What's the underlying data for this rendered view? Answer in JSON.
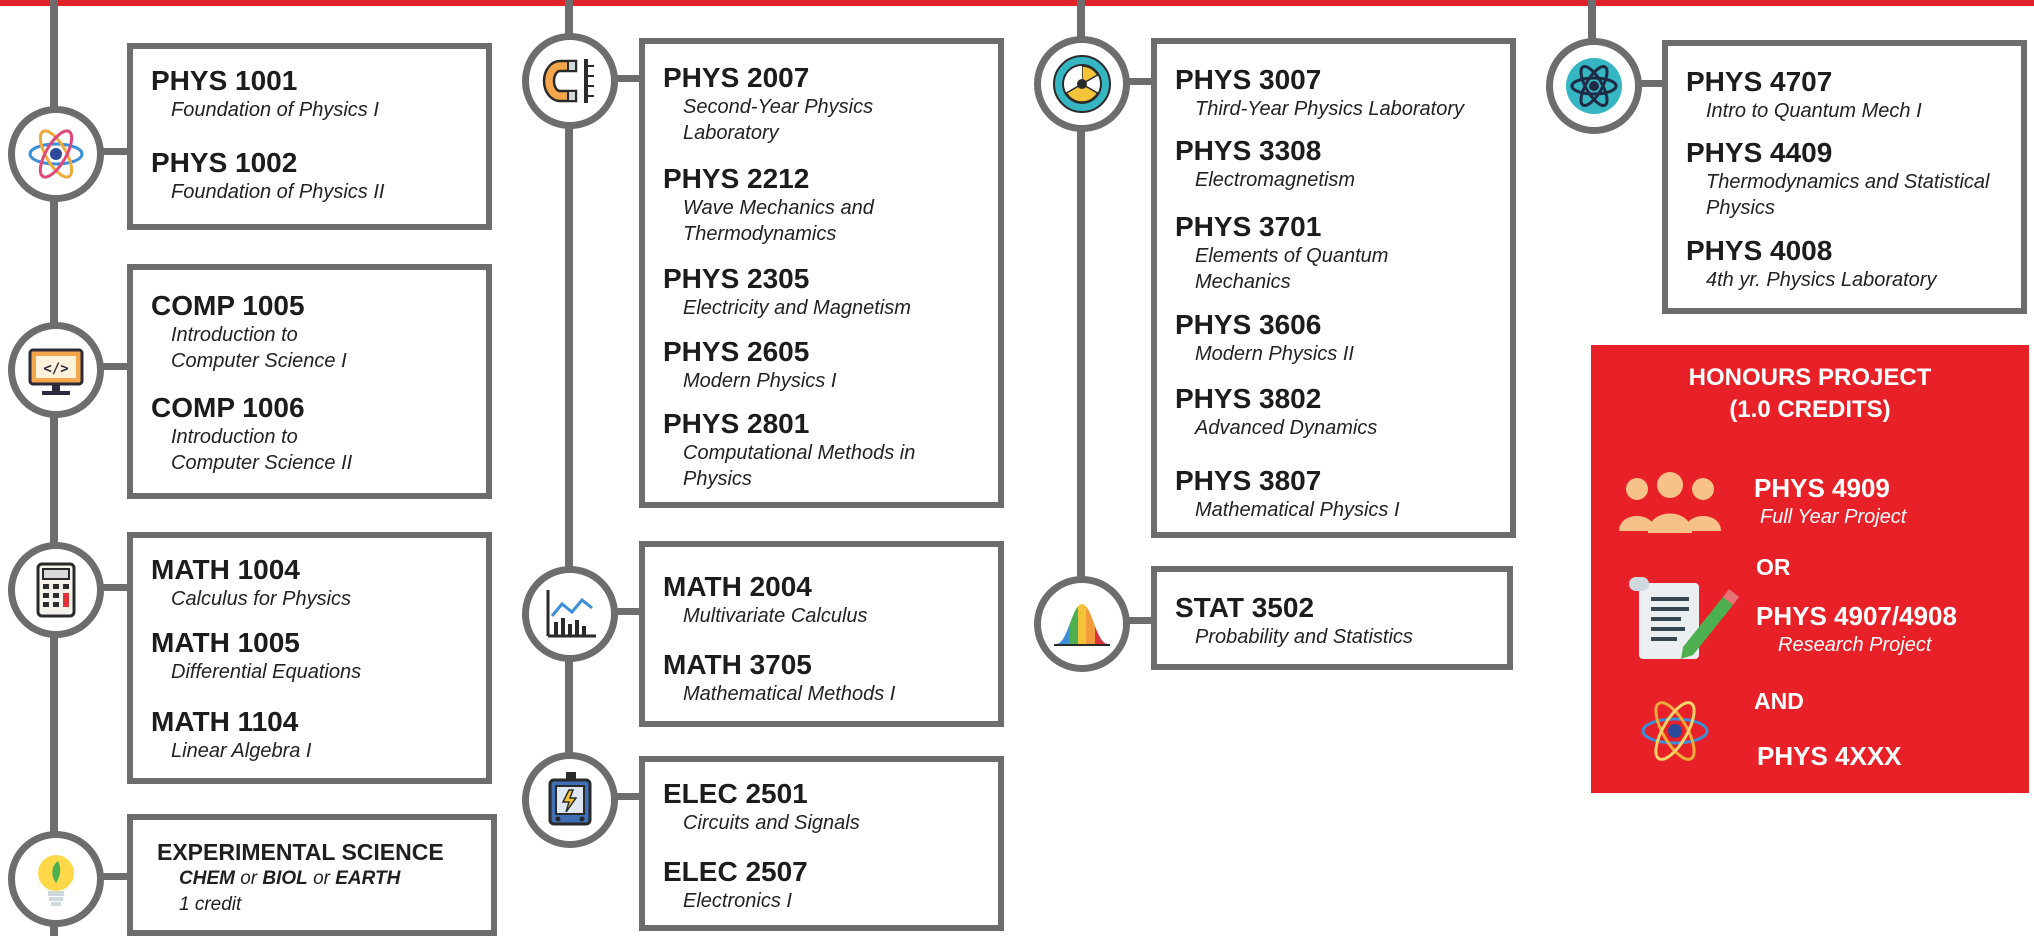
{
  "colors": {
    "accent": "#e82027",
    "line": "#6d6d6d",
    "text": "#1f1f1f"
  },
  "col1": {
    "physics": [
      {
        "code": "PHYS 1001",
        "name": "Foundation of Physics I"
      },
      {
        "code": "PHYS 1002",
        "name": "Foundation of Physics II"
      }
    ],
    "comp": [
      {
        "code": "COMP 1005",
        "name": [
          "Introduction to",
          "Computer Science I"
        ]
      },
      {
        "code": "COMP 1006",
        "name": [
          "Introduction to",
          "Computer Science II"
        ]
      }
    ],
    "math": [
      {
        "code": "MATH 1004",
        "name": "Calculus for Physics"
      },
      {
        "code": "MATH 1005",
        "name": "Differential Equations"
      },
      {
        "code": "MATH 1104",
        "name": "Linear Algebra I"
      }
    ],
    "experimental": {
      "title": "EXPERIMENTAL SCIENCE",
      "opt1": "CHEM",
      "or1": " or ",
      "opt2": "BIOL",
      "or2": " or ",
      "opt3": "EARTH",
      "credit": "1 credit"
    }
  },
  "col2": {
    "physics": [
      {
        "code": "PHYS 2007",
        "name": [
          "Second-Year Physics",
          "Laboratory"
        ]
      },
      {
        "code": "PHYS 2212",
        "name": [
          "Wave Mechanics and",
          "Thermodynamics"
        ]
      },
      {
        "code": "PHYS 2305",
        "name": "Electricity and Magnetism"
      },
      {
        "code": "PHYS 2605",
        "name": "Modern Physics I"
      },
      {
        "code": "PHYS 2801",
        "name": [
          "Computational Methods in",
          "Physics"
        ]
      }
    ],
    "math": [
      {
        "code": "MATH 2004",
        "name": "Multivariate Calculus"
      },
      {
        "code": "MATH 3705",
        "name": "Mathematical Methods I"
      }
    ],
    "elec": [
      {
        "code": "ELEC 2501",
        "name": "Circuits and Signals"
      },
      {
        "code": "ELEC 2507",
        "name": "Electronics I"
      }
    ]
  },
  "col3": {
    "physics": [
      {
        "code": "PHYS 3007",
        "name": "Third-Year Physics Laboratory"
      },
      {
        "code": "PHYS 3308",
        "name": "Electromagnetism"
      },
      {
        "code": "PHYS 3701",
        "name": [
          "Elements of Quantum",
          "Mechanics"
        ]
      },
      {
        "code": "PHYS 3606",
        "name": "Modern Physics II"
      },
      {
        "code": "PHYS 3802",
        "name": "Advanced Dynamics"
      },
      {
        "code": "PHYS 3807",
        "name": "Mathematical Physics I"
      }
    ],
    "stat": [
      {
        "code": "STAT 3502",
        "name": "Probability and Statistics"
      }
    ]
  },
  "col4": {
    "physics": [
      {
        "code": "PHYS 4707",
        "name": "Intro to Quantum Mech I"
      },
      {
        "code": "PHYS 4409",
        "name": [
          "Thermodynamics and Statistical",
          "Physics"
        ]
      },
      {
        "code": "PHYS 4008",
        "name": "4th yr. Physics Laboratory"
      }
    ]
  },
  "honours": {
    "title1": "HONOURS PROJECT",
    "title2": "(1.0 CREDITS)",
    "code1": "PHYS 4909",
    "sub1": "Full Year Project",
    "or": "OR",
    "code2": "PHYS 4907/4908",
    "sub2": "Research Project",
    "and": "AND",
    "code3": "PHYS 4XXX"
  },
  "icons": {
    "c1": [
      "atom-icon",
      "computer-code-icon",
      "calculator-icon",
      "lightbulb-leaf-icon"
    ],
    "c2": [
      "magnet-icon",
      "chart-graph-icon",
      "circuit-device-icon"
    ],
    "c3": [
      "radiation-icon",
      "bell-curve-icon"
    ],
    "c4": [
      "atom-icon"
    ],
    "honours": [
      "people-group-icon",
      "scroll-pen-icon",
      "atom-icon"
    ]
  }
}
